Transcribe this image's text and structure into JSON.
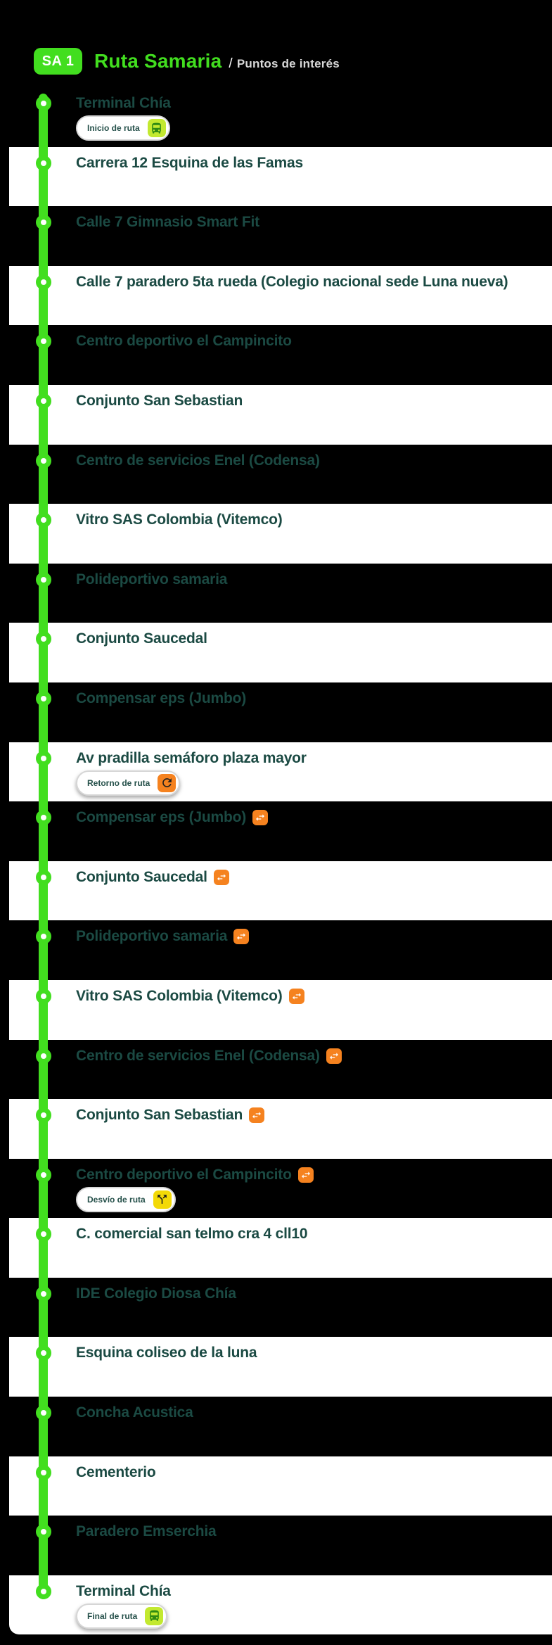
{
  "header": {
    "route_code": "SA 1",
    "route_name": "Ruta Samaria",
    "separator": "/",
    "subtitle": "Puntos de interés"
  },
  "colors": {
    "accent_green": "#42DE1F",
    "lime_icon_bg": "#C3E930",
    "orange": "#F5821F",
    "yellow_icon_bg": "#F3D907",
    "stop_text_teal": "#1B4A43",
    "row_dark": "#000000",
    "row_light": "#FFFFFF",
    "subtitle_gray": "#D8D8D8"
  },
  "timeline": {
    "stops": [
      {
        "label": "Terminal Chía",
        "variant": "dark",
        "transfer": false,
        "badge": {
          "label": "Inicio de ruta",
          "icon": "bus",
          "icon_bg": "#C3E930"
        }
      },
      {
        "label": "Carrera 12 Esquina de las Famas",
        "variant": "light",
        "transfer": false,
        "badge": null
      },
      {
        "label": "Calle 7 Gimnasio Smart Fit",
        "variant": "dark",
        "transfer": false,
        "badge": null
      },
      {
        "label": "Calle 7 paradero 5ta rueda (Colegio nacional sede Luna nueva)",
        "variant": "light",
        "transfer": false,
        "badge": null
      },
      {
        "label": "Centro deportivo el Campincito",
        "variant": "dark",
        "transfer": false,
        "badge": null
      },
      {
        "label": "Conjunto San Sebastian",
        "variant": "light",
        "transfer": false,
        "badge": null
      },
      {
        "label": "Centro de servicios Enel (Codensa)",
        "variant": "dark",
        "transfer": false,
        "badge": null
      },
      {
        "label": "Vitro SAS Colombia (Vitemco)",
        "variant": "light",
        "transfer": false,
        "badge": null
      },
      {
        "label": "Polideportivo samaria",
        "variant": "dark",
        "transfer": false,
        "badge": null
      },
      {
        "label": "Conjunto Saucedal",
        "variant": "light",
        "transfer": false,
        "badge": null
      },
      {
        "label": "Compensar eps (Jumbo)",
        "variant": "dark",
        "transfer": false,
        "badge": null
      },
      {
        "label": "Av pradilla semáforo plaza mayor",
        "variant": "light",
        "transfer": false,
        "badge": {
          "label": "Retorno de ruta",
          "icon": "return",
          "icon_bg": "#F5821F"
        }
      },
      {
        "label": "Compensar eps (Jumbo)",
        "variant": "dark",
        "transfer": true,
        "badge": null
      },
      {
        "label": "Conjunto Saucedal",
        "variant": "light",
        "transfer": true,
        "badge": null
      },
      {
        "label": "Polideportivo samaria",
        "variant": "dark",
        "transfer": true,
        "badge": null
      },
      {
        "label": "Vitro SAS Colombia (Vitemco)",
        "variant": "light",
        "transfer": true,
        "badge": null
      },
      {
        "label": "Centro de servicios Enel (Codensa)",
        "variant": "dark",
        "transfer": true,
        "badge": null
      },
      {
        "label": "Conjunto San Sebastian",
        "variant": "light",
        "transfer": true,
        "badge": null
      },
      {
        "label": "Centro deportivo el Campincito",
        "variant": "dark",
        "transfer": true,
        "badge": {
          "label": "Desvío de ruta",
          "icon": "branch",
          "icon_bg": "#F3D907"
        }
      },
      {
        "label": "C. comercial san telmo cra 4 cll10",
        "variant": "light",
        "transfer": false,
        "badge": null
      },
      {
        "label": "IDE Colegio Diosa Chía",
        "variant": "dark",
        "transfer": false,
        "badge": null
      },
      {
        "label": "Esquina coliseo de la luna",
        "variant": "light",
        "transfer": false,
        "badge": null
      },
      {
        "label": "Concha Acustica",
        "variant": "dark",
        "transfer": false,
        "badge": null
      },
      {
        "label": "Cementerio",
        "variant": "light",
        "transfer": false,
        "badge": null
      },
      {
        "label": "Paradero Emserchia",
        "variant": "dark",
        "transfer": false,
        "badge": null
      },
      {
        "label": "Terminal Chía",
        "variant": "light",
        "transfer": false,
        "badge": {
          "label": "Final de ruta",
          "icon": "bus",
          "icon_bg": "#C3E930"
        }
      }
    ]
  }
}
